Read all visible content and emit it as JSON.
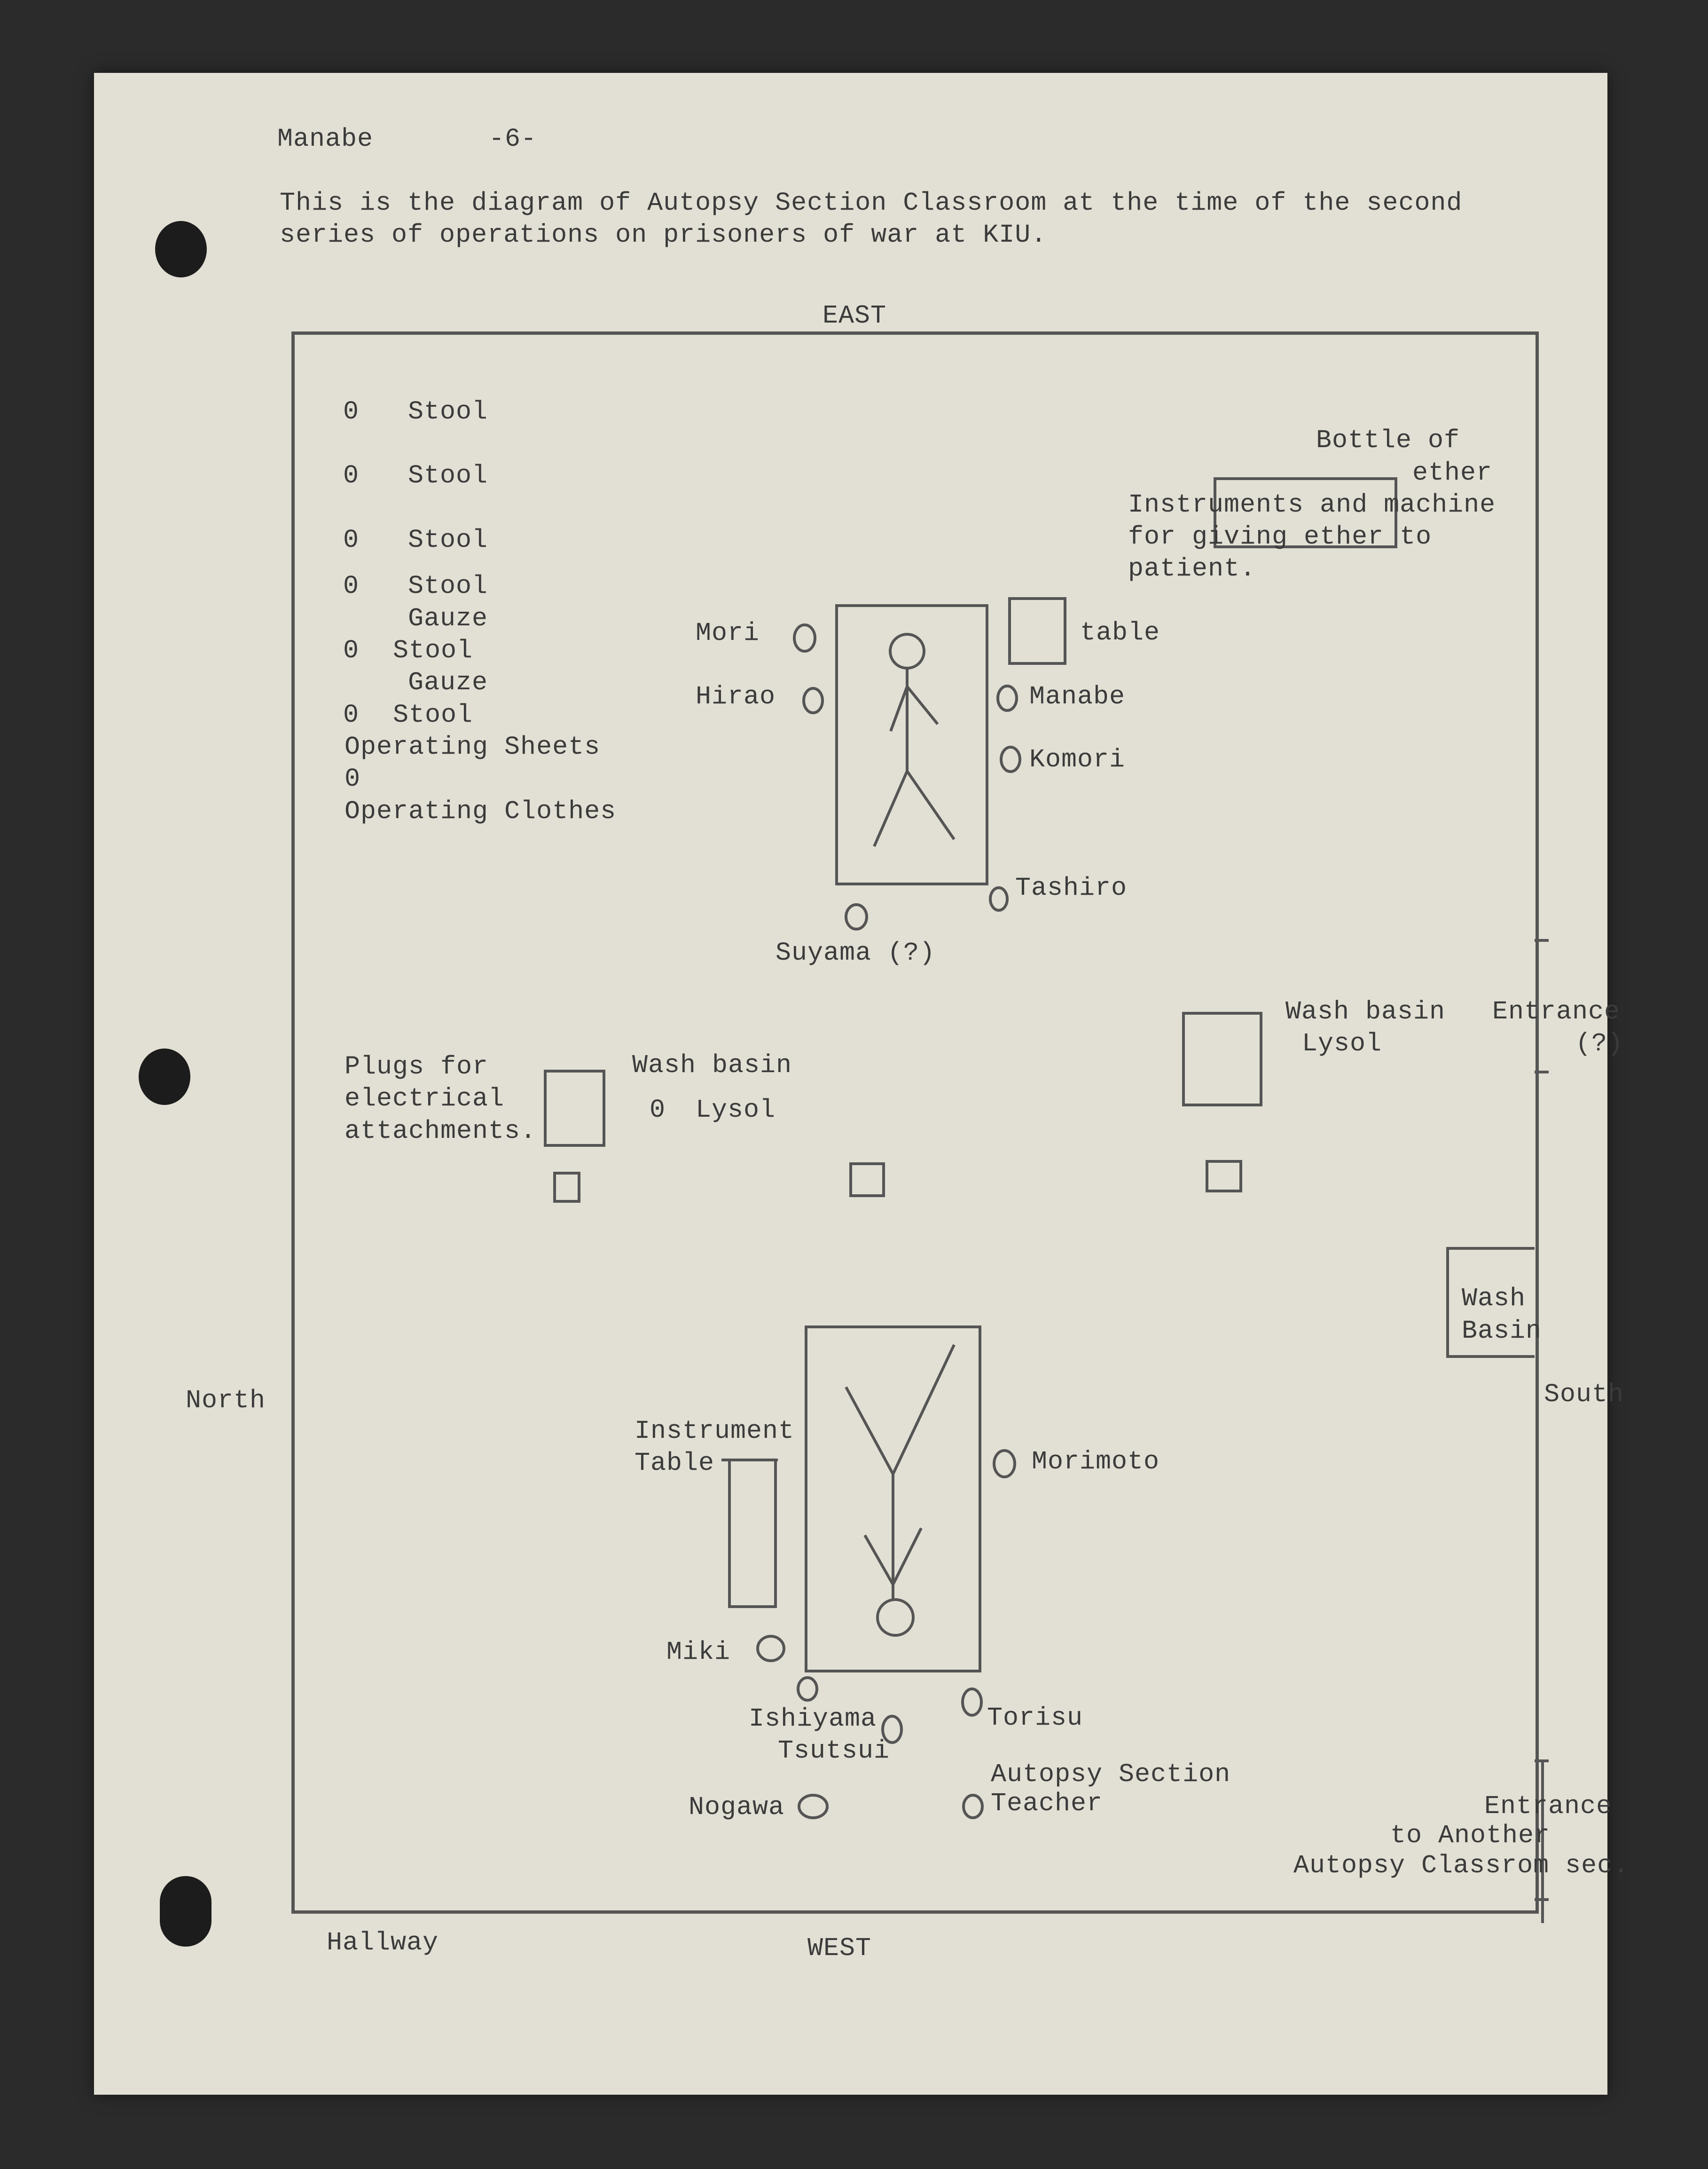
{
  "header": {
    "name": "Manabe",
    "page": "-6-"
  },
  "intro": {
    "line1": "This is the diagram of Autopsy Section Classroom at the time of the second",
    "line2": "series of operations on prisoners of war at KIU."
  },
  "directions": {
    "east": "EAST",
    "west": "WEST",
    "north": "North",
    "south": "South",
    "hallway": "Hallway"
  },
  "stools": [
    {
      "mark": "0",
      "label": "Stool"
    },
    {
      "mark": "0",
      "label": "Stool"
    },
    {
      "mark": "0",
      "label": "Stool"
    },
    {
      "mark": "0",
      "label": "Stool"
    },
    {
      "mark": "0",
      "label": "Stool"
    },
    {
      "mark": "0",
      "label": "Stool"
    }
  ],
  "gauze": [
    "Gauze",
    "Gauze"
  ],
  "supplies": {
    "sheets": "Operating Sheets",
    "mark": "0",
    "clothes": "Operating Clothes"
  },
  "ether": {
    "bottle1": "Bottle of",
    "bottle2": "ether",
    "instr1": "Instruments and machine",
    "instr2": "for giving ether to",
    "instr3": "patient."
  },
  "table_top": {
    "table": "table",
    "people": [
      "Mori",
      "Hirao",
      "Manabe",
      "Komori",
      "Tashiro",
      "Suyama (?)"
    ]
  },
  "middle": {
    "plugs1": "Plugs for",
    "plugs2": "electrical",
    "plugs3": "attachments.",
    "wash_left1": "Wash basin",
    "wash_left_mark": "0",
    "wash_left2": "Lysol",
    "wash_right1": "Wash basin",
    "wash_right2": "Lysol",
    "entrance1": "Entrance",
    "entrance2": "(?)",
    "wash_side1": "Wash",
    "wash_side2": "Basin"
  },
  "table_bottom": {
    "instrument1": "Instrument",
    "instrument2": "Table",
    "people": [
      "Morimoto",
      "Miki",
      "Ishiyama",
      "Tsutsui",
      "Torisu",
      "Nogawa"
    ],
    "teacher1": "Autopsy Section",
    "teacher2": "Teacher"
  },
  "exit": {
    "line1": "Entrance",
    "line2": "to Another",
    "line3": "Autopsy Classrom sec."
  }
}
